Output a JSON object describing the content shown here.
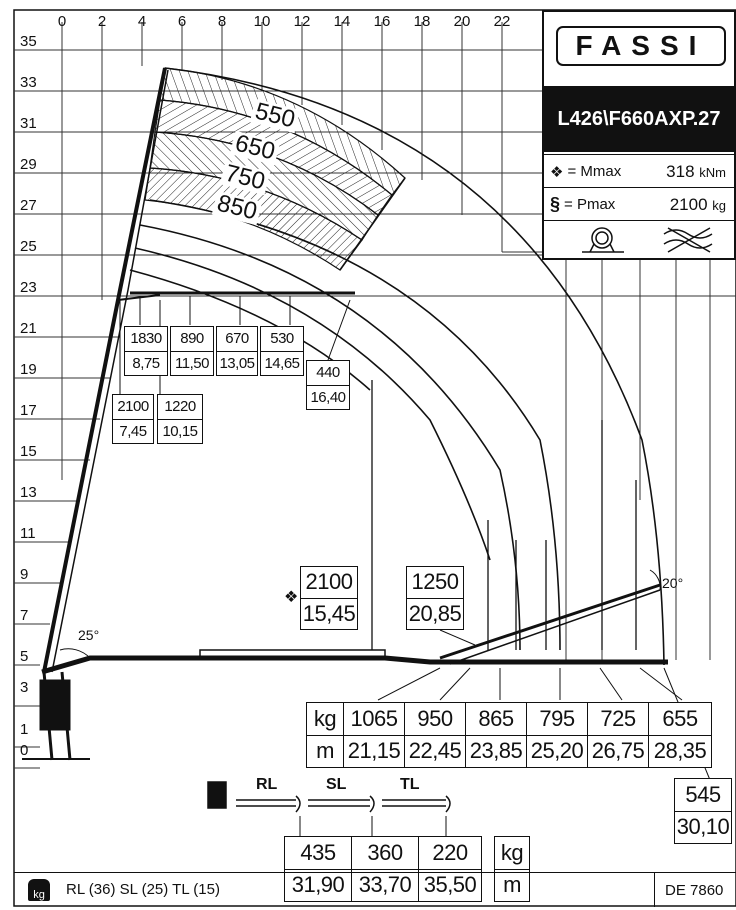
{
  "brand": "FASSI",
  "model": "L426\\F660AXP.27",
  "specs": {
    "mmax_label": "= Mmax",
    "mmax_value": "318",
    "mmax_unit": "kNm",
    "pmax_label": "= Pmax",
    "pmax_value": "2100",
    "pmax_unit": "kg"
  },
  "axes": {
    "x_ticks": [
      "0",
      "2",
      "4",
      "6",
      "8",
      "10",
      "12",
      "14",
      "16",
      "18",
      "20",
      "22"
    ],
    "y_ticks": [
      "35",
      "33",
      "31",
      "29",
      "27",
      "25",
      "23",
      "21",
      "19",
      "17",
      "15",
      "13",
      "11",
      "9",
      "7",
      "5",
      "3",
      "1",
      "0"
    ]
  },
  "zones": [
    "550",
    "650",
    "750",
    "850"
  ],
  "angles": {
    "boom": "25°",
    "jib": "20°"
  },
  "upper_loads": [
    {
      "kg": "1830",
      "m": "8,75"
    },
    {
      "kg": "890",
      "m": "11,50"
    },
    {
      "kg": "670",
      "m": "13,05"
    },
    {
      "kg": "530",
      "m": "14,65"
    },
    {
      "kg": "440",
      "m": "16,40"
    },
    {
      "kg": "2100",
      "m": "7,45"
    },
    {
      "kg": "1220",
      "m": "10,15"
    }
  ],
  "main_loads": [
    {
      "kg": "2100",
      "m": "15,45"
    },
    {
      "kg": "1250",
      "m": "20,85"
    }
  ],
  "table": {
    "unit_kg": "kg",
    "unit_m": "m",
    "rows": [
      {
        "kg": "1065",
        "m": "21,15"
      },
      {
        "kg": "950",
        "m": "22,45"
      },
      {
        "kg": "865",
        "m": "23,85"
      },
      {
        "kg": "795",
        "m": "25,20"
      },
      {
        "kg": "725",
        "m": "26,75"
      },
      {
        "kg": "655",
        "m": "28,35"
      }
    ],
    "end": {
      "kg": "545",
      "m": "30,10"
    }
  },
  "extensions": {
    "labels": [
      "RL",
      "SL",
      "TL"
    ],
    "loads": [
      {
        "kg": "435",
        "m": "31,90"
      },
      {
        "kg": "360",
        "m": "33,70"
      },
      {
        "kg": "220",
        "m": "35,50"
      }
    ],
    "unit_kg": "kg",
    "unit_m": "m"
  },
  "footer": {
    "kg_icon": "kg",
    "legend": "RL (36)  SL (25)  TL (15)",
    "code": "DE 7860"
  }
}
